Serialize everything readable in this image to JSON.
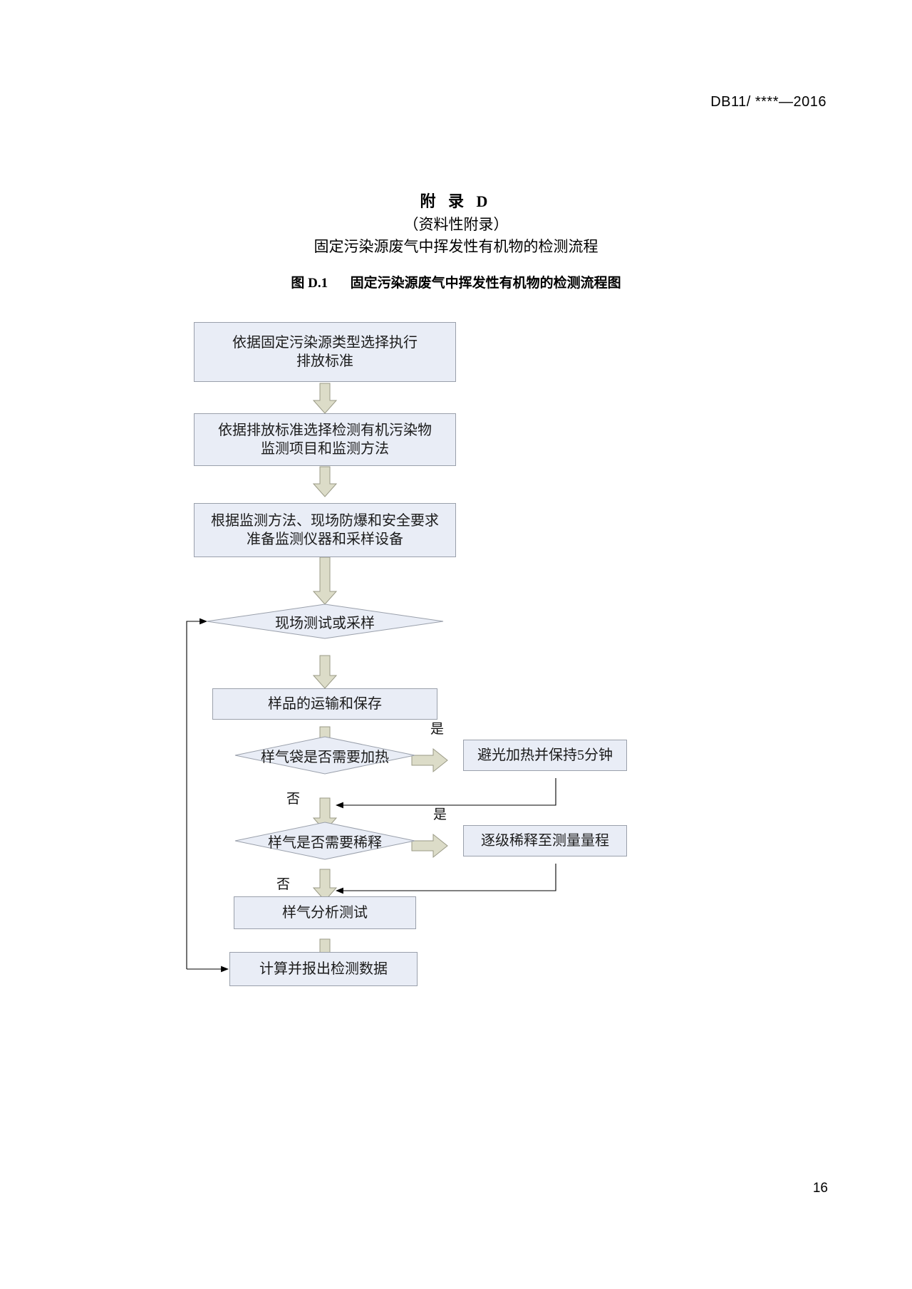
{
  "header": {
    "standard_code": "DB11/ ****—2016"
  },
  "title": {
    "appendix": "附 录 D",
    "appendix_type": "（资料性附录）",
    "appendix_name": "固定污染源废气中挥发性有机物的检测流程",
    "figure_caption_no": "图 D.1",
    "figure_caption_text": "固定污染源废气中挥发性有机物的检测流程图"
  },
  "footer": {
    "page_number": "16"
  },
  "colors": {
    "box_fill": "#e9edf6",
    "box_stroke": "#9aa0ab",
    "arrow_fill": "#dcdcc8",
    "arrow_stroke": "#9a9a86",
    "line": "#000000"
  },
  "chart_data": {
    "type": "flowchart",
    "title": "固定污染源废气中挥发性有机物的检测流程图",
    "nodes": [
      {
        "id": "n1",
        "shape": "process",
        "text": "依据固定污染源类型选择执行\n排放标准"
      },
      {
        "id": "n2",
        "shape": "process",
        "text": "依据排放标准选择检测有机污染物\n监测项目和监测方法"
      },
      {
        "id": "n3",
        "shape": "process",
        "text": "根据监测方法、现场防爆和安全要求\n准备监测仪器和采样设备"
      },
      {
        "id": "d1",
        "shape": "decision",
        "text": "现场测试或采样"
      },
      {
        "id": "n4",
        "shape": "process",
        "text": "样品的运输和保存"
      },
      {
        "id": "d2",
        "shape": "decision",
        "text": "样气袋是否需要加热"
      },
      {
        "id": "n5",
        "shape": "process",
        "text": "避光加热并保持5分钟"
      },
      {
        "id": "d3",
        "shape": "decision",
        "text": "样气是否需要稀释"
      },
      {
        "id": "n6",
        "shape": "process",
        "text": "逐级稀释至测量量程"
      },
      {
        "id": "n7",
        "shape": "process",
        "text": "样气分析测试"
      },
      {
        "id": "n8",
        "shape": "process",
        "text": "计算并报出检测数据"
      }
    ],
    "edges": [
      {
        "from": "n1",
        "to": "n2",
        "label": ""
      },
      {
        "from": "n2",
        "to": "n3",
        "label": ""
      },
      {
        "from": "n3",
        "to": "d1",
        "label": ""
      },
      {
        "from": "d1",
        "to": "n4",
        "label": ""
      },
      {
        "from": "n4",
        "to": "d2",
        "label": ""
      },
      {
        "from": "d2",
        "to": "n5",
        "label": "是"
      },
      {
        "from": "d2",
        "to": "d3",
        "label": "否"
      },
      {
        "from": "n5",
        "to": "d3",
        "label": ""
      },
      {
        "from": "d3",
        "to": "n6",
        "label": "是"
      },
      {
        "from": "d3",
        "to": "n7",
        "label": "否"
      },
      {
        "from": "n6",
        "to": "n7",
        "label": ""
      },
      {
        "from": "n7",
        "to": "n8",
        "label": ""
      },
      {
        "from": "n8",
        "to": "d1",
        "label": ""
      }
    ],
    "branch_labels": {
      "heat_yes": "是",
      "heat_no": "否",
      "dilute_yes": "是",
      "dilute_no": "否"
    }
  },
  "flow": {
    "n1_line1": "依据固定污染源类型选择执行",
    "n1_line2": "排放标准",
    "n2_line1": "依据排放标准选择检测有机污染物",
    "n2_line2": "监测项目和监测方法",
    "n3_line1": "根据监测方法、现场防爆和安全要求",
    "n3_line2": "准备监测仪器和采样设备",
    "d1": "现场测试或采样",
    "n4": "样品的运输和保存",
    "d2": "样气袋是否需要加热",
    "n5": "避光加热并保持5分钟",
    "d3": "样气是否需要稀释",
    "n6": "逐级稀释至测量量程",
    "n7": "样气分析测试",
    "n8": "计算并报出检测数据",
    "lbl_heat_yes": "是",
    "lbl_heat_no": "否",
    "lbl_dil_yes": "是",
    "lbl_dil_no": "否"
  }
}
